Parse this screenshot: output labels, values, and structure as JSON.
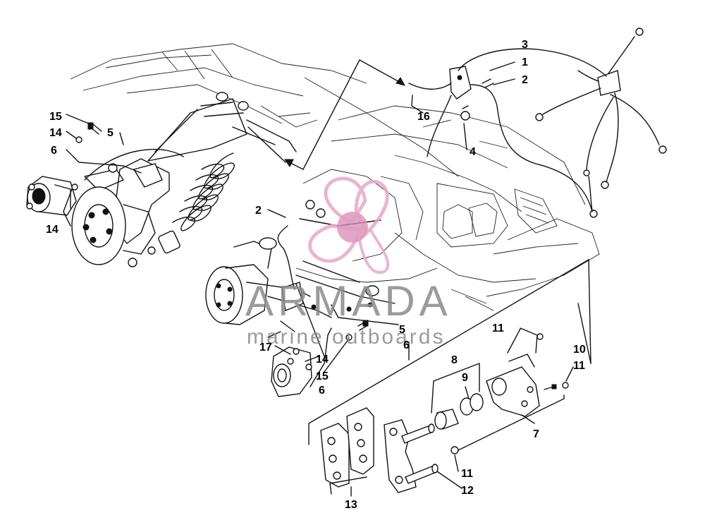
{
  "watermark": {
    "title": "ARMADA",
    "subtitle": "marine outboards",
    "logo": "propeller-logo",
    "colors": {
      "logo": "#e7a9c8",
      "logo_hub": "#d98cb6",
      "text": "#8a8a8a"
    }
  },
  "callouts": {
    "c1": "1",
    "c2a": "2",
    "c2b": "2",
    "c3": "3",
    "c4": "4",
    "c5a": "5",
    "c5b": "5",
    "c6a": "6",
    "c6b": "6",
    "c6c": "6",
    "c7": "7",
    "c8": "8",
    "c9": "9",
    "c10": "10",
    "c11a": "11",
    "c11b": "11",
    "c11c": "11",
    "c12": "12",
    "c13": "13",
    "c14a": "14",
    "c14b": "14",
    "c14c": "14",
    "c15a": "15",
    "c15b": "15",
    "c16": "16",
    "c17": "17"
  }
}
